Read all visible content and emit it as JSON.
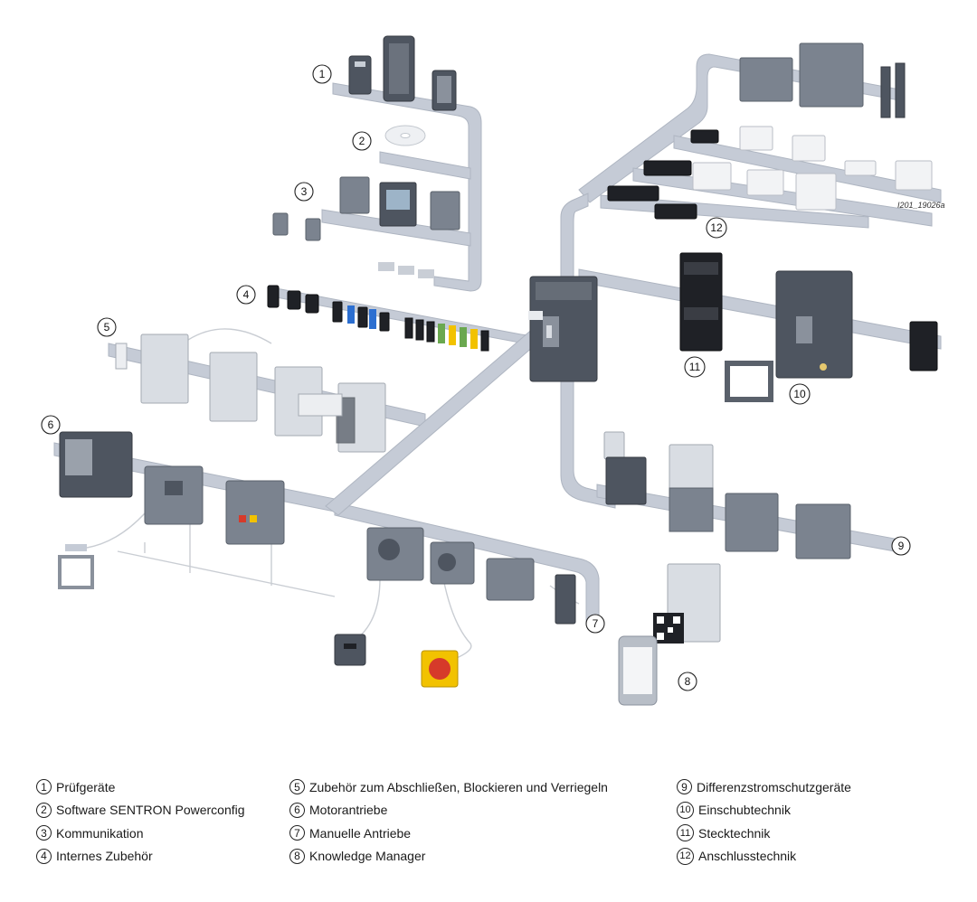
{
  "diagram": {
    "code_label": "I201_19026a",
    "callouts": [
      "1",
      "2",
      "3",
      "4",
      "5",
      "6",
      "7",
      "8",
      "9",
      "10",
      "11",
      "12"
    ]
  },
  "legend": {
    "items": [
      {
        "num": "1",
        "label": "Prüfgeräte"
      },
      {
        "num": "2",
        "label": "Software SENTRON Powerconfig"
      },
      {
        "num": "3",
        "label": "Kommunikation"
      },
      {
        "num": "4",
        "label": "Internes Zubehör"
      },
      {
        "num": "5",
        "label": "Zubehör zum Abschließen, Blockieren und Verriegeln"
      },
      {
        "num": "6",
        "label": "Motorantriebe"
      },
      {
        "num": "7",
        "label": "Manuelle Antriebe"
      },
      {
        "num": "8",
        "label": "Knowledge Manager"
      },
      {
        "num": "9",
        "label": "Differenzstromschutzgeräte"
      },
      {
        "num": "10",
        "label": "Einschubtechnik"
      },
      {
        "num": "11",
        "label": "Stecktechnik"
      },
      {
        "num": "12",
        "label": "Anschlusstechnik"
      }
    ]
  },
  "colors": {
    "rail": "#c5cbd6",
    "device_dark": "#4e5560",
    "accent_red": "#d63a2a",
    "accent_yellow": "#f2c200",
    "accent_blue": "#2c6fd1",
    "accent_green": "#6aa84f"
  }
}
